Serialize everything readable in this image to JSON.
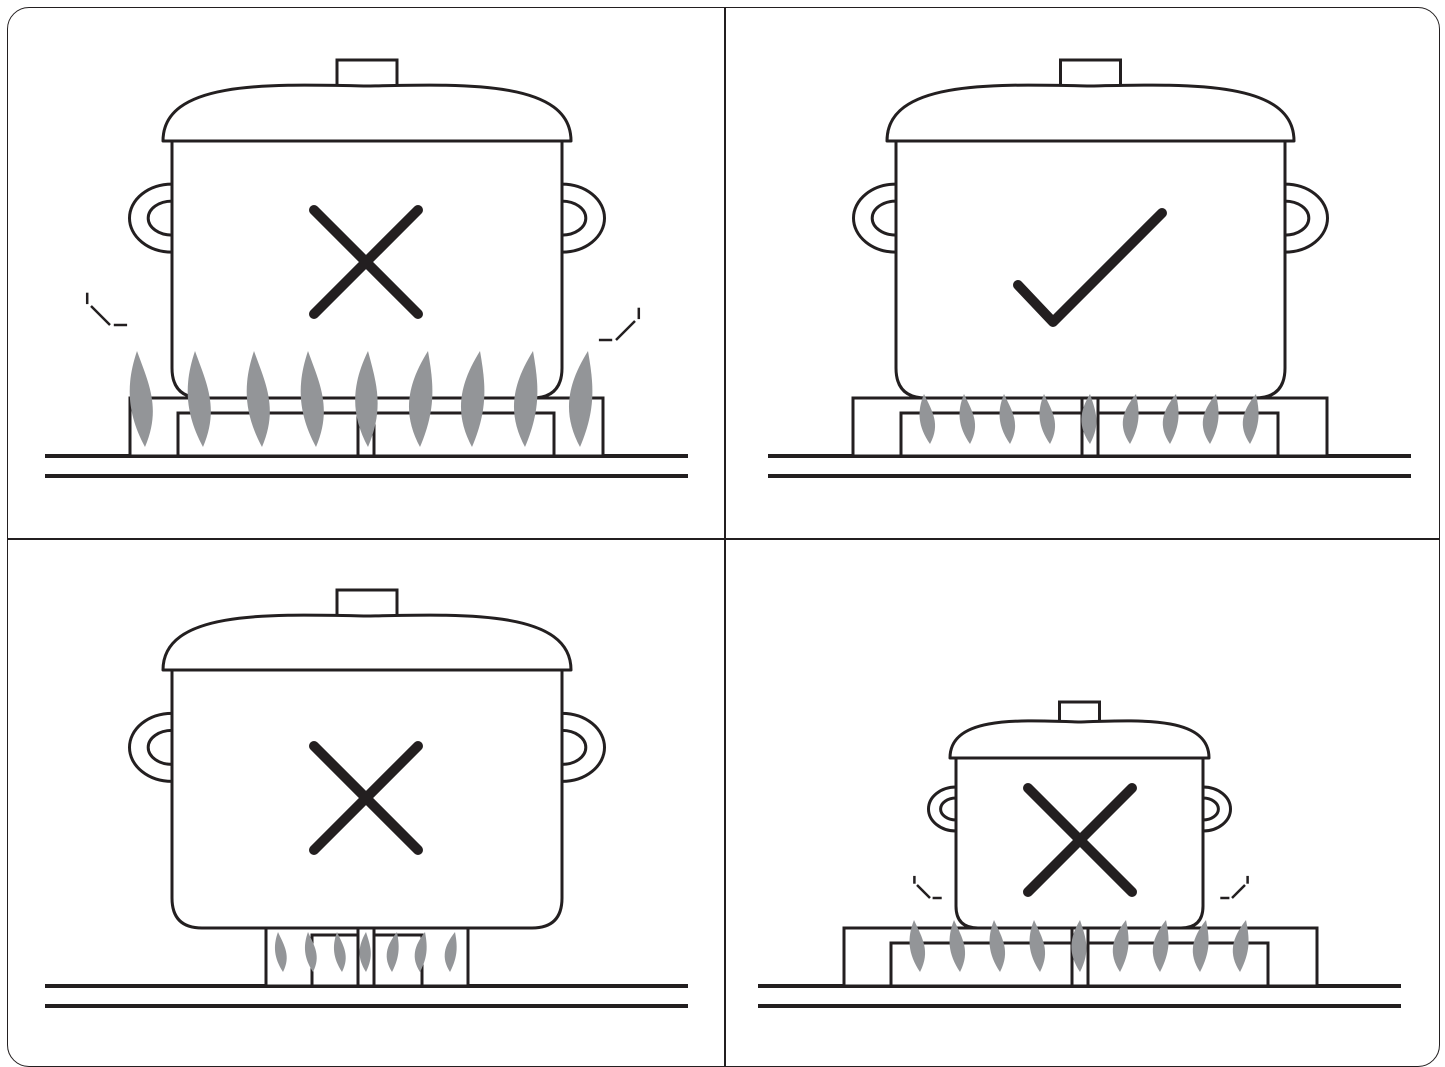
{
  "colors": {
    "stroke": "#231f20",
    "flame": "#939598",
    "background": "#ffffff"
  },
  "panels": [
    {
      "id": "too-small-burner-flame-overflow",
      "mark": "cross-icon",
      "verdict": "incorrect"
    },
    {
      "id": "correct-size",
      "mark": "check-icon",
      "verdict": "correct"
    },
    {
      "id": "burner-too-small",
      "mark": "cross-icon",
      "verdict": "incorrect"
    },
    {
      "id": "pot-too-small",
      "mark": "cross-icon",
      "verdict": "incorrect"
    }
  ]
}
